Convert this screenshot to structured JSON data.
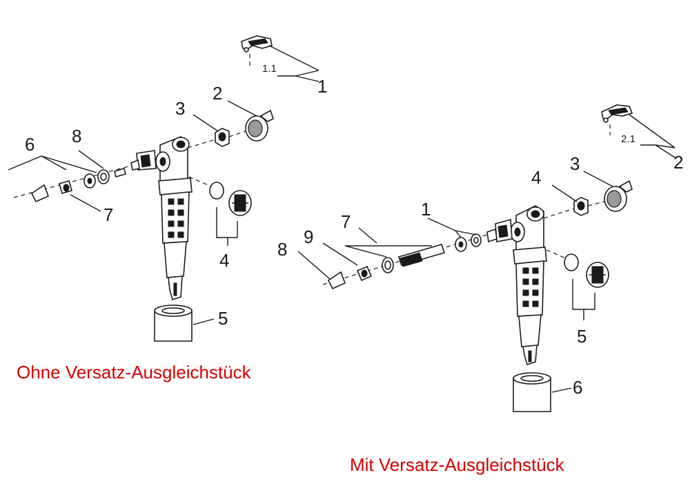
{
  "assemblies": [
    {
      "id": "left",
      "caption": "Ohne Versatz-Ausgleichstück",
      "callouts": [
        "1",
        "1.1",
        "2",
        "3",
        "4",
        "5",
        "6",
        "7",
        "8"
      ]
    },
    {
      "id": "right",
      "caption": "Mit Versatz-Ausgleichstück",
      "callouts": [
        "1",
        "2",
        "2.1",
        "3",
        "4",
        "5",
        "6",
        "7",
        "8",
        "9"
      ]
    }
  ],
  "colors": {
    "caption": "#d60000",
    "lines": "#1a1a1a"
  }
}
